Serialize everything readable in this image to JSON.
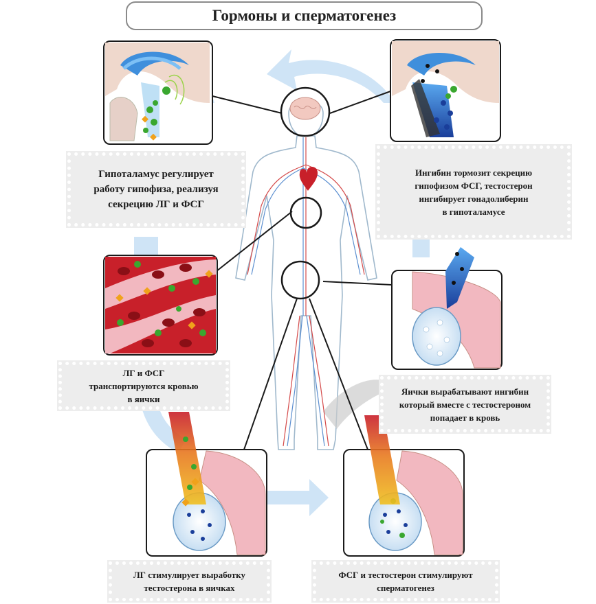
{
  "title": "Гормоны и сперматогенез",
  "captions": {
    "hypothalamus": "Гипоталамус регулирует\nработу гипофиза, реализуя\nсекрецию ЛГ и ФСГ",
    "inhibin": "Ингибин тормозит секрецию\nгипофизом ФСГ, тестостерон\nингибирует гонадолиберин\nв гипоталамусе",
    "blood_transport": "ЛГ и ФСГ\nтранспортируются кровью\nв яички",
    "testes_inhibin": "Яички вырабатывают ингибин\nкоторый вместе с тестостероном\nпопадает в кровь",
    "lh_testosterone": "ЛГ стимулирует выработку\nтестостерона в яичках",
    "fsh_spermatogenesis": "ФСГ и тестостерон стимулируют\nсперматогенез"
  },
  "colors": {
    "arrow": "#cfe4f6",
    "hypothalamus_blue": "#3f8fdc",
    "blood_red": "#c8202a",
    "hormone_green": "#3aa72f",
    "hormone_orange": "#f0a21b",
    "skin_pink": "#f2b8c0",
    "caption_bg": "#ededed"
  }
}
